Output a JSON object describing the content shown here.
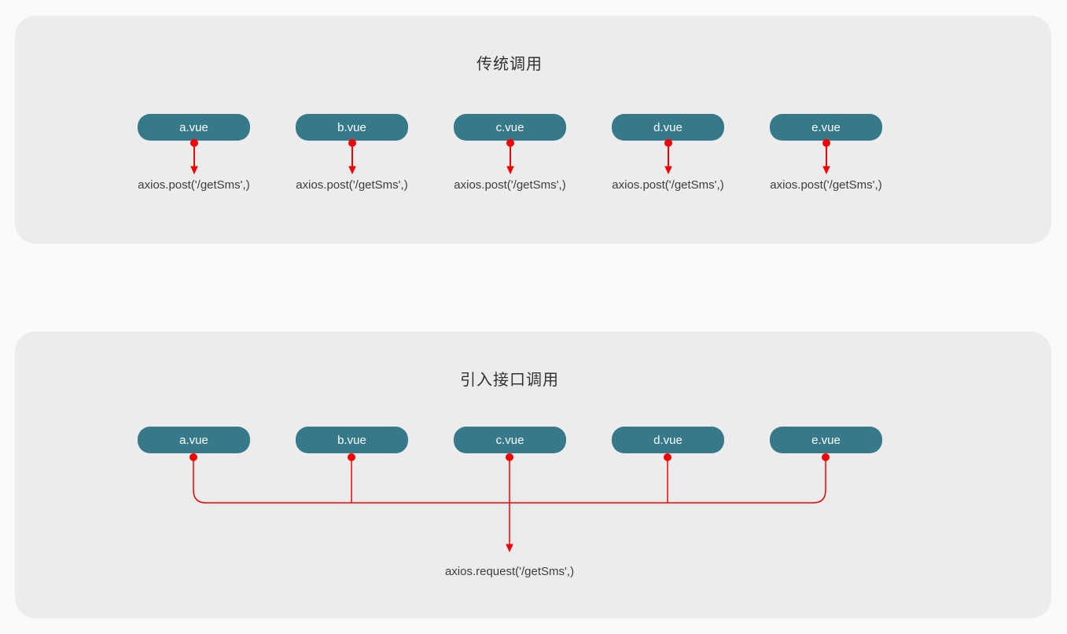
{
  "panels": {
    "traditional": {
      "title": "传统调用",
      "modules": [
        {
          "label": "a.vue",
          "call": "axios.post('/getSms',)"
        },
        {
          "label": "b.vue",
          "call": "axios.post('/getSms',)"
        },
        {
          "label": "c.vue",
          "call": "axios.post('/getSms',)"
        },
        {
          "label": "d.vue",
          "call": "axios.post('/getSms',)"
        },
        {
          "label": "e.vue",
          "call": "axios.post('/getSms',)"
        }
      ]
    },
    "unified": {
      "title": "引入接口调用",
      "modules": [
        {
          "label": "a.vue"
        },
        {
          "label": "b.vue"
        },
        {
          "label": "c.vue"
        },
        {
          "label": "d.vue"
        },
        {
          "label": "e.vue"
        }
      ],
      "call": "axios.request('/getSms',)"
    }
  },
  "colors": {
    "page_bg": "#fafafa",
    "panel_bg": "#ececec",
    "node_fill": "#35798a",
    "node_text": "#ffffff",
    "connector_red": "#f40000",
    "label_text": "#3d3d3d",
    "title_text": "#323232"
  }
}
